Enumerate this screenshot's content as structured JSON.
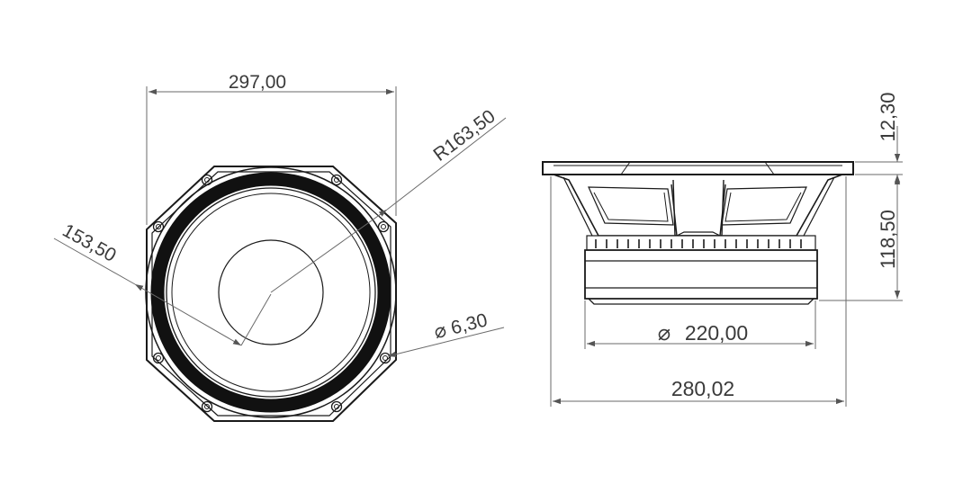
{
  "front_view": {
    "width_dim": "297,00",
    "radius_dim": "R163,50",
    "inner_radius_dim": "153,50",
    "hole_dim": "6,30"
  },
  "side_view": {
    "flange_dim": "12,30",
    "depth_dim": "118,50",
    "magnet_dim": "220,00",
    "overall_dim": "280,02"
  },
  "symbols": {
    "diameter": "⌀"
  }
}
